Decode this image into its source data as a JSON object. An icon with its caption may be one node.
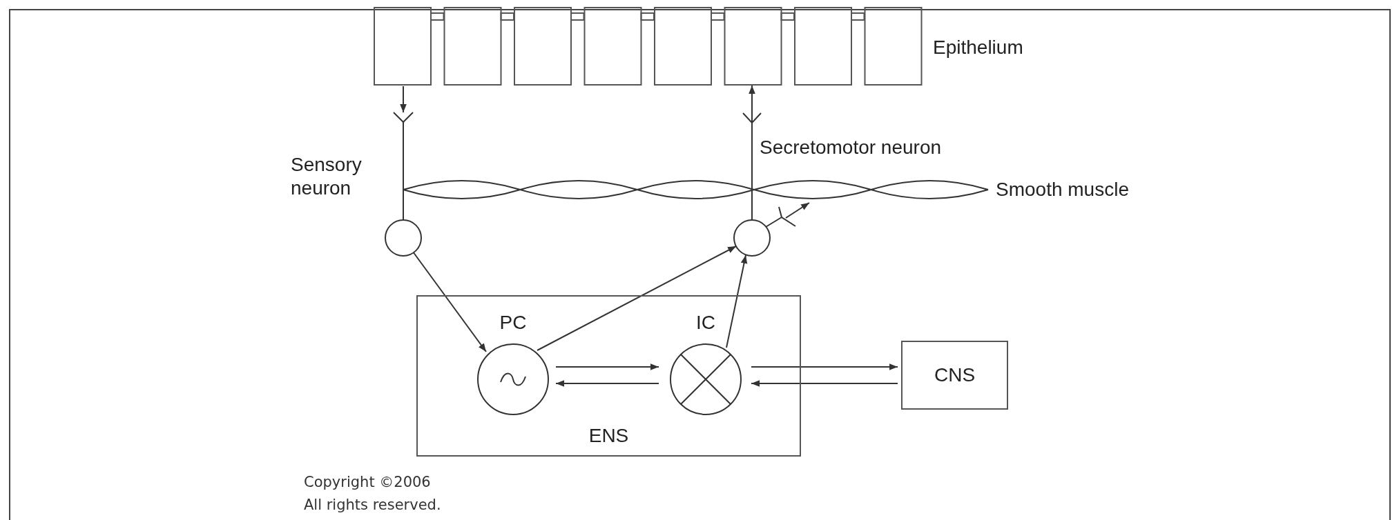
{
  "diagram": {
    "nodes": [
      {
        "text": [
          "Epithelium"
        ]
      },
      {
        "text": [
          "Smooth muscle"
        ]
      },
      {
        "text": [],
        "shape": "circle",
        "beside": [
          "Sensory neuron"
        ]
      },
      {
        "text": [],
        "shape": "circle",
        "beside": [
          "Secretomotor neuron"
        ]
      },
      {
        "text": [
          "ENS"
        ]
      },
      {
        "text": [
          "PC"
        ],
        "in": 4
      },
      {
        "text": [
          "IC"
        ],
        "in": 4
      },
      {
        "text": [
          "CNS"
        ]
      }
    ],
    "edges": [
      {
        "from": 0,
        "to": 2,
        "arrow": "to"
      },
      {
        "from": 2,
        "to": 5,
        "arrow": "to"
      },
      {
        "from": 5,
        "to": 3,
        "arrow": "to"
      },
      {
        "from": 6,
        "to": 3,
        "arrow": "to"
      },
      {
        "from": 5,
        "to": 6,
        "arrow": "to"
      },
      {
        "from": 6,
        "to": 5,
        "arrow": "to"
      },
      {
        "from": 6,
        "to": 7,
        "arrow": "to"
      },
      {
        "from": 7,
        "to": 6,
        "arrow": "to"
      },
      {
        "from": 3,
        "to": 0,
        "arrow": "to"
      },
      {
        "from": 3,
        "to": 1,
        "arrow": "to"
      }
    ],
    "labels": [
      "Copyright ©2006",
      "All rights reserved."
    ]
  }
}
